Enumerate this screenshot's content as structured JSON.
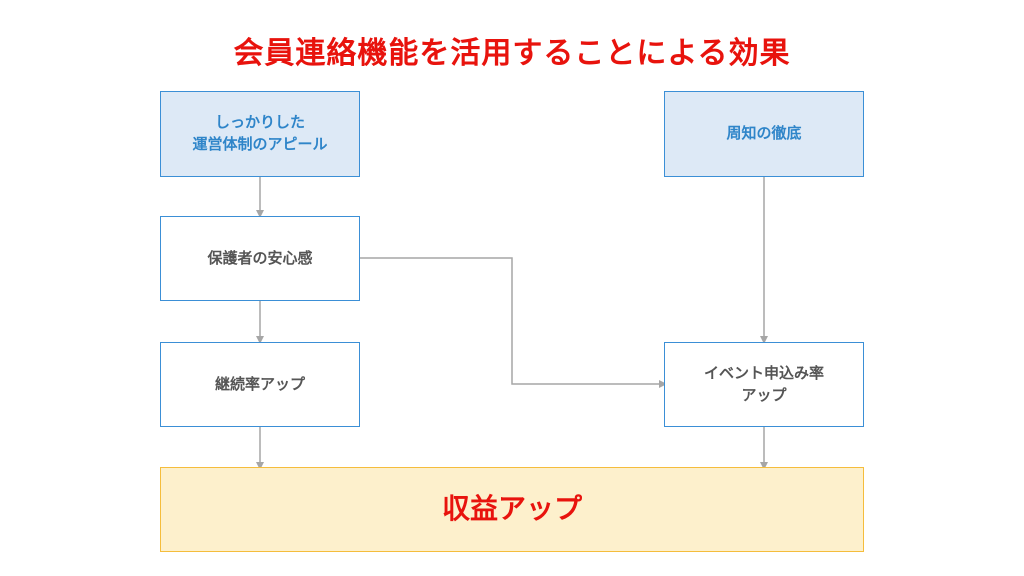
{
  "title": "会員連絡機能を活用することによる効果",
  "nodes": {
    "appeal": {
      "line1": "しっかりした",
      "line2": "運営体制のアピール"
    },
    "notice": {
      "line1": "周知の徹底"
    },
    "reassurance": {
      "line1": "保護者の安心感"
    },
    "retention": {
      "line1": "継続率アップ"
    },
    "event": {
      "line1": "イベント申込み率",
      "line2": "アップ"
    },
    "revenue": {
      "line1": "収益アップ"
    }
  },
  "colors": {
    "title": "#e8130d",
    "box_border": "#3b8fd6",
    "top_box_fill": "#dde9f6",
    "top_box_text": "#2f85c9",
    "result_fill": "#fdf0cc",
    "result_border": "#f5bd3c",
    "connector": "#a6a6a6"
  }
}
